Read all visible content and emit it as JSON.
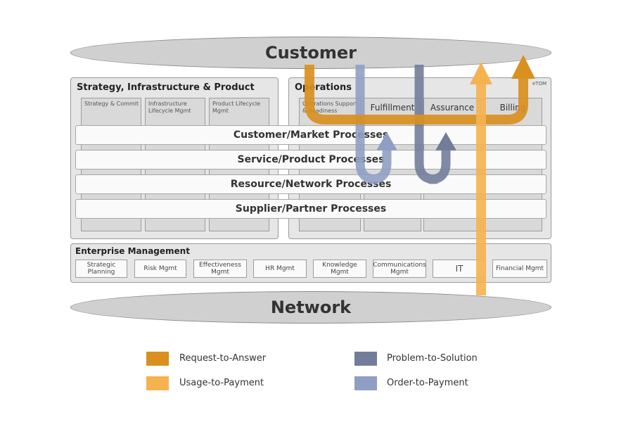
{
  "customer_label": "Customer",
  "network_label": "Network",
  "etom_badge": "eTOM",
  "sip": {
    "title": "Strategy, Infrastructure & Product",
    "columns": [
      "Strategy & Commit",
      "Infrastructure Lifecycle Mgmt",
      "Product Lifecycle Mgmt"
    ]
  },
  "operations": {
    "title": "Operations",
    "columns": [
      "Operations Support & Readiness",
      "Fulfillment",
      "Assurance",
      "Billing"
    ]
  },
  "bands": [
    "Customer/Market Processes",
    "Service/Product Processes",
    "Resource/Network Processes",
    "Supplier/Partner Processes"
  ],
  "enterprise": {
    "title": "Enterprise Management",
    "boxes": [
      "Strategic Planning",
      "Risk Mgmt",
      "Effectiveness Mgmt",
      "HR Mgmt",
      "Knowledge Mgmt",
      "Communications Mgmt",
      "IT",
      "Financial Mgmt"
    ]
  },
  "legend": [
    {
      "label": "Request-to-Answer",
      "color": "#d9901f"
    },
    {
      "label": "Usage-to-Payment",
      "color": "#f5b350"
    },
    {
      "label": "Problem-to-Solution",
      "color": "#717d9b"
    },
    {
      "label": "Order-to-Payment",
      "color": "#8f9fc4"
    }
  ]
}
